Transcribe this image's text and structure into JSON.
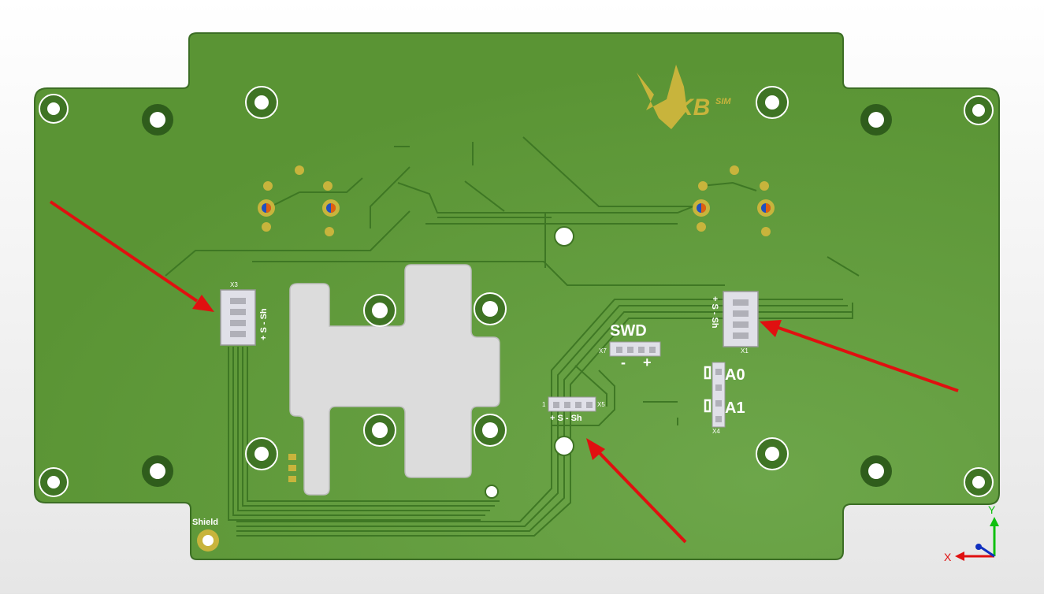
{
  "viewer": {
    "board": {
      "logo_text": "KB",
      "logo_sup": "SIM",
      "label_x3": "X3",
      "label_x3_pins": "+ S - Sh",
      "label_x1": "X1",
      "label_x1_pins": "+ S - Sh",
      "label_swd": "SWD",
      "label_x7": "X7",
      "label_swd_minus": "-",
      "label_swd_plus": "+",
      "label_a0": "A0",
      "label_a1": "A1",
      "label_x4": "X4",
      "label_x5_pin1": "1",
      "label_x5": "X5",
      "label_x5_pins": "+ S - Sh",
      "label_shield": "Shield"
    },
    "axes": {
      "x": "X",
      "y": "Y"
    },
    "colors": {
      "pcb": "#5d9b35",
      "pcb_dark": "#3f7424",
      "silkscreen": "#ffffff",
      "copper": "#c8b43c",
      "arrow": "#e01010",
      "axis_x": "#e01010",
      "axis_y": "#10c010"
    }
  }
}
